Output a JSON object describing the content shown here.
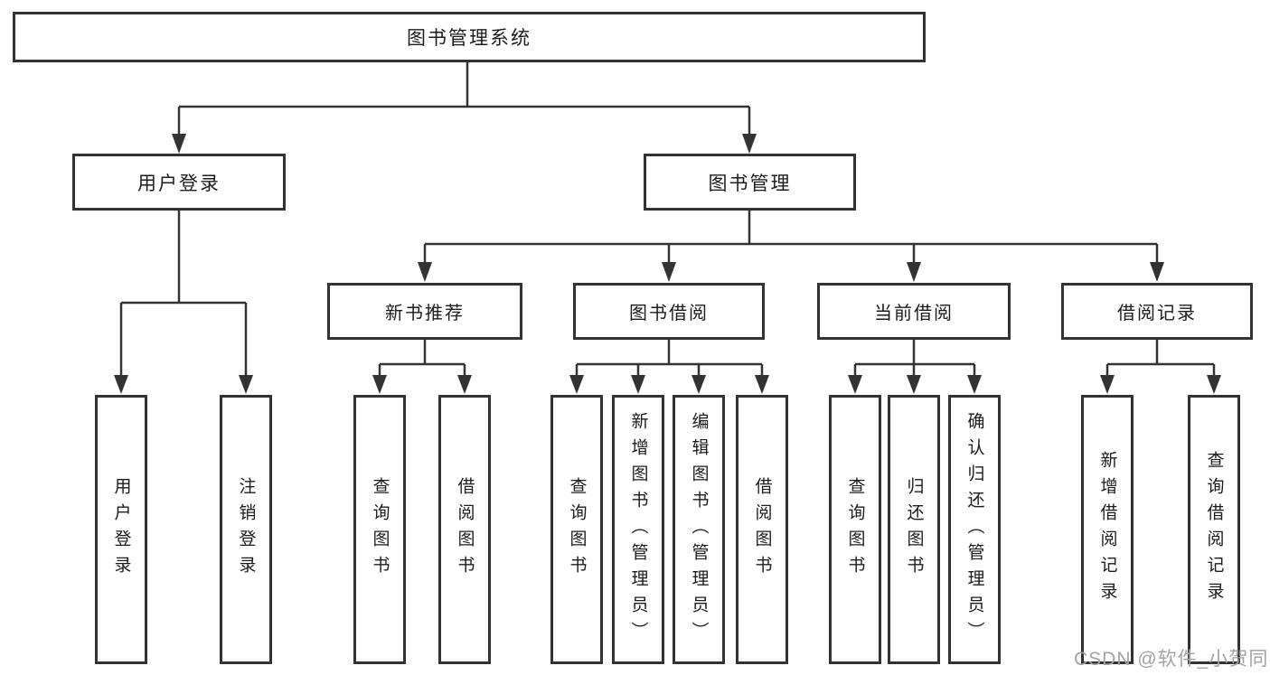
{
  "diagram": {
    "tree": {
      "root": {
        "label": "图书管理系统"
      },
      "branches": [
        {
          "label": "用户登录",
          "children": [
            {
              "label": "用户登录"
            },
            {
              "label": "注销登录"
            }
          ]
        },
        {
          "label": "图书管理",
          "children": [
            {
              "label": "新书推荐",
              "children": [
                {
                  "label": "查询图书"
                },
                {
                  "label": "借阅图书"
                }
              ]
            },
            {
              "label": "图书借阅",
              "children": [
                {
                  "label": "查询图书"
                },
                {
                  "label": "新增图书（管理员）"
                },
                {
                  "label": "编辑图书（管理员）"
                },
                {
                  "label": "借阅图书"
                }
              ]
            },
            {
              "label": "当前借阅",
              "children": [
                {
                  "label": "查询图书"
                },
                {
                  "label": "归还图书"
                },
                {
                  "label": "确认归还（管理员）"
                }
              ]
            },
            {
              "label": "借阅记录",
              "children": [
                {
                  "label": "新增借阅记录"
                },
                {
                  "label": "查询借阅记录"
                }
              ]
            }
          ]
        }
      ]
    },
    "colors": {
      "line": "#333333",
      "box_border": "#333333",
      "box_fill": "#ffffff",
      "text": "#1c1c1c",
      "background": "#ffffff",
      "watermark": "#a3a3a3"
    }
  },
  "watermark": {
    "text": "CSDN @软件_小贺同学"
  }
}
